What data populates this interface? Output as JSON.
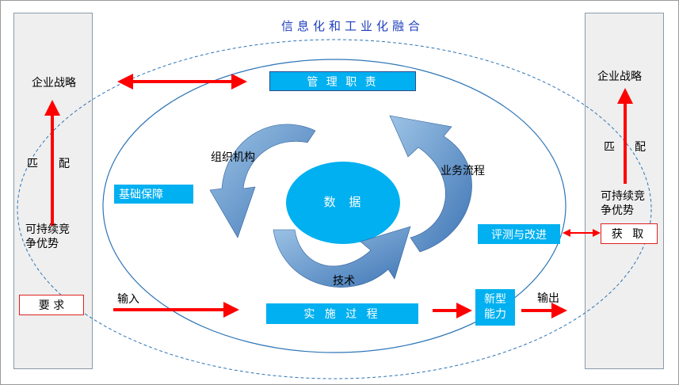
{
  "title": "信息化和工业化融合",
  "left_panel": {
    "strategy": "企业战略",
    "match_left": "匹",
    "match_right": "配",
    "advantage_line1": "可持续竞",
    "advantage_line2": "争优势",
    "requirement": "要 求"
  },
  "right_panel": {
    "strategy": "企业战略",
    "match_left": "匹",
    "match_right": "配",
    "advantage_line1": "可持续竞",
    "advantage_line2": "争优势",
    "acquire": "获 取"
  },
  "center": {
    "management": "管 理 职 责",
    "org": "组织机构",
    "process": "业务流程",
    "data": "数 据",
    "tech": "技术",
    "foundation": "基础保障",
    "evaluation": "评测与改进",
    "implementation": "实 施 过 程",
    "input": "输入",
    "new_capability_line1": "新型",
    "new_capability_line2": "能力",
    "output": "输出"
  },
  "colors": {
    "accent_box": "#00b0f0",
    "arrow_red": "#ff0000",
    "cycle_blue": "#5b9bd5",
    "title_blue": "#1f3fbf",
    "ellipse_stroke": "#2e75b6"
  }
}
